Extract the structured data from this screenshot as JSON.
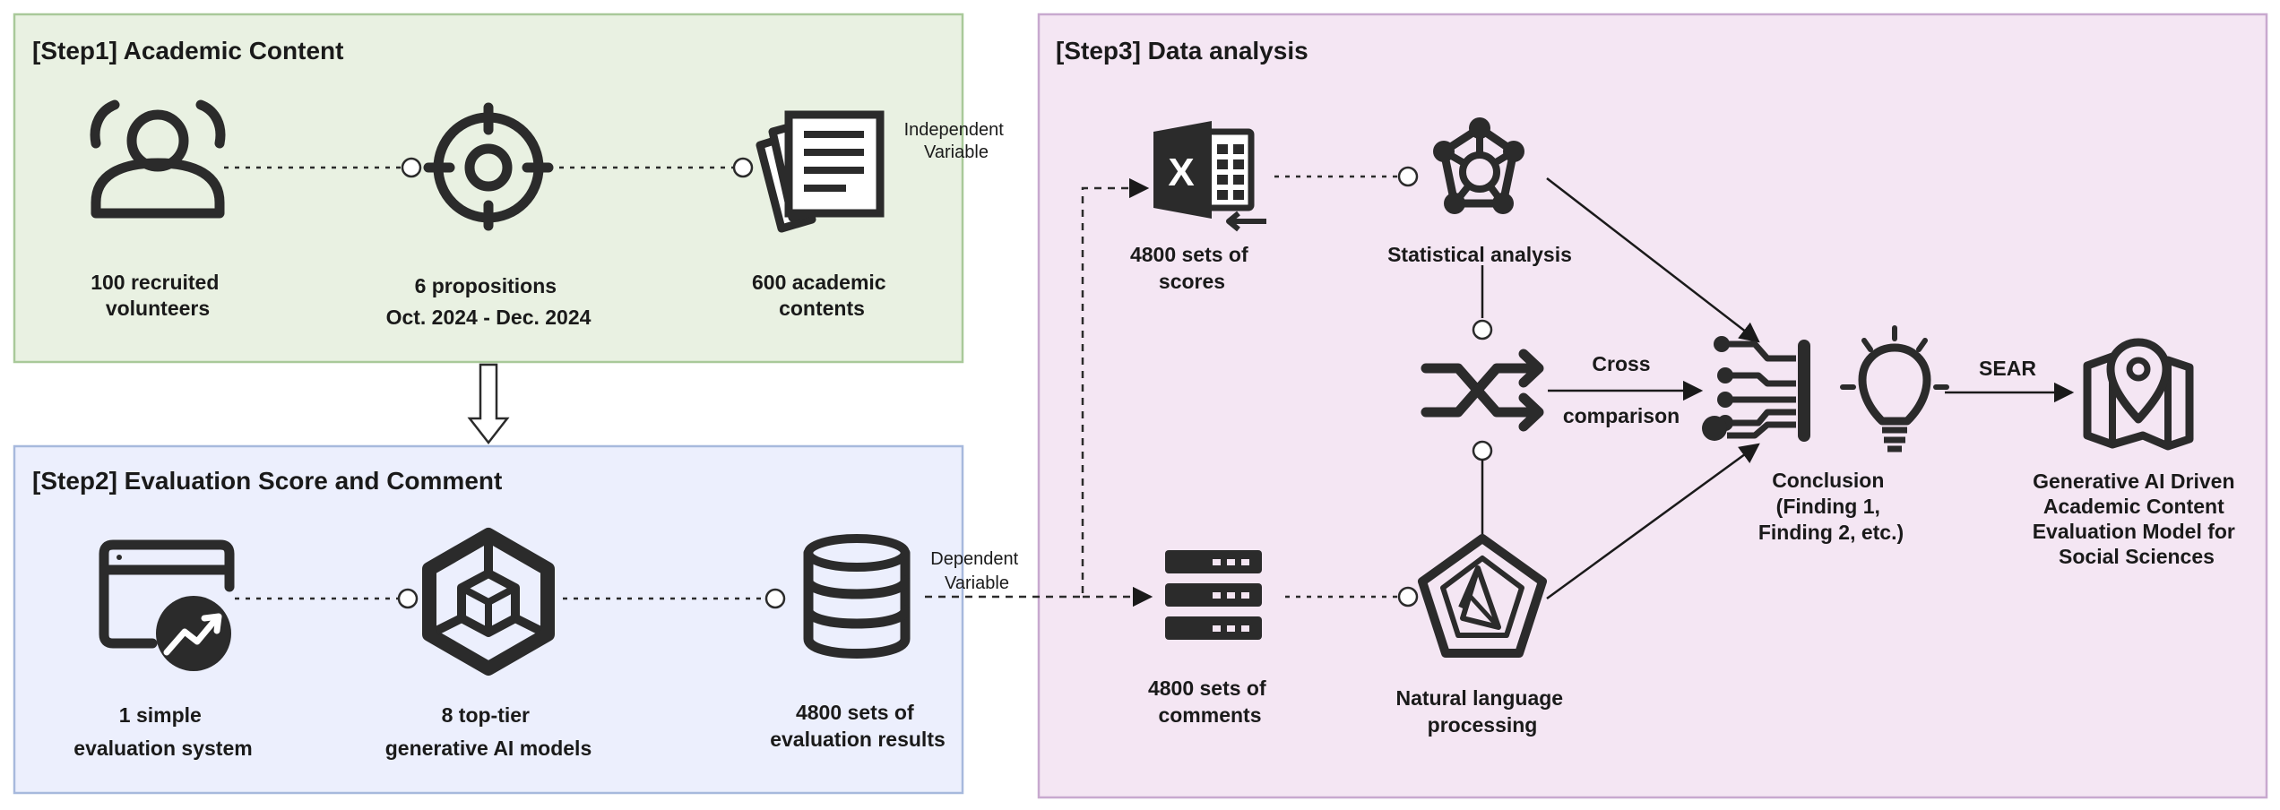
{
  "step1": {
    "title": "[Step1] Academic Content",
    "volunteers": [
      "100 recruited",
      "volunteers"
    ],
    "propositions": [
      "6 propositions",
      "Oct. 2024 - Dec. 2024"
    ],
    "contents": [
      "600 academic",
      "contents"
    ],
    "variable": [
      "Independent",
      "Variable"
    ]
  },
  "step2": {
    "title": "[Step2] Evaluation Score and Comment",
    "system": [
      "1 simple",
      "evaluation system"
    ],
    "models": [
      "8 top-tier",
      "generative AI models"
    ],
    "results": [
      "4800 sets of",
      "evaluation results"
    ],
    "variable": [
      "Dependent",
      "Variable"
    ]
  },
  "step3": {
    "title": "[Step3] Data analysis",
    "scores": [
      "4800 sets of",
      "scores"
    ],
    "comments": [
      "4800 sets of",
      "comments"
    ],
    "statistical": "Statistical analysis",
    "nlp": [
      "Natural language",
      "processing"
    ],
    "cross": "Cross",
    "comparison": "comparison",
    "conclusion": [
      "Conclusion",
      "(Finding 1,",
      "Finding 2, etc.)"
    ],
    "sear": "SEAR",
    "model": [
      "Generative AI Driven",
      "Academic Content",
      "Evaluation Model for",
      "Social Sciences"
    ]
  },
  "colors": {
    "step1_fill": "#e9f1e2",
    "step1_border": "#a9c99a",
    "step2_fill": "#eceffd",
    "step2_border": "#a7b9dd",
    "step3_fill": "#f4e6f3",
    "step3_border": "#c8a9cf",
    "icon": "#2b2b2b"
  },
  "icons": [
    "users-icon",
    "target-icon",
    "documents-icon",
    "browser-growth-icon",
    "cube-icon",
    "database-icon",
    "excel-icon",
    "network-icon",
    "shuffle-icon",
    "server-icon",
    "pentagon-icon",
    "circuit-icon",
    "lightbulb-icon",
    "map-pin-icon"
  ]
}
